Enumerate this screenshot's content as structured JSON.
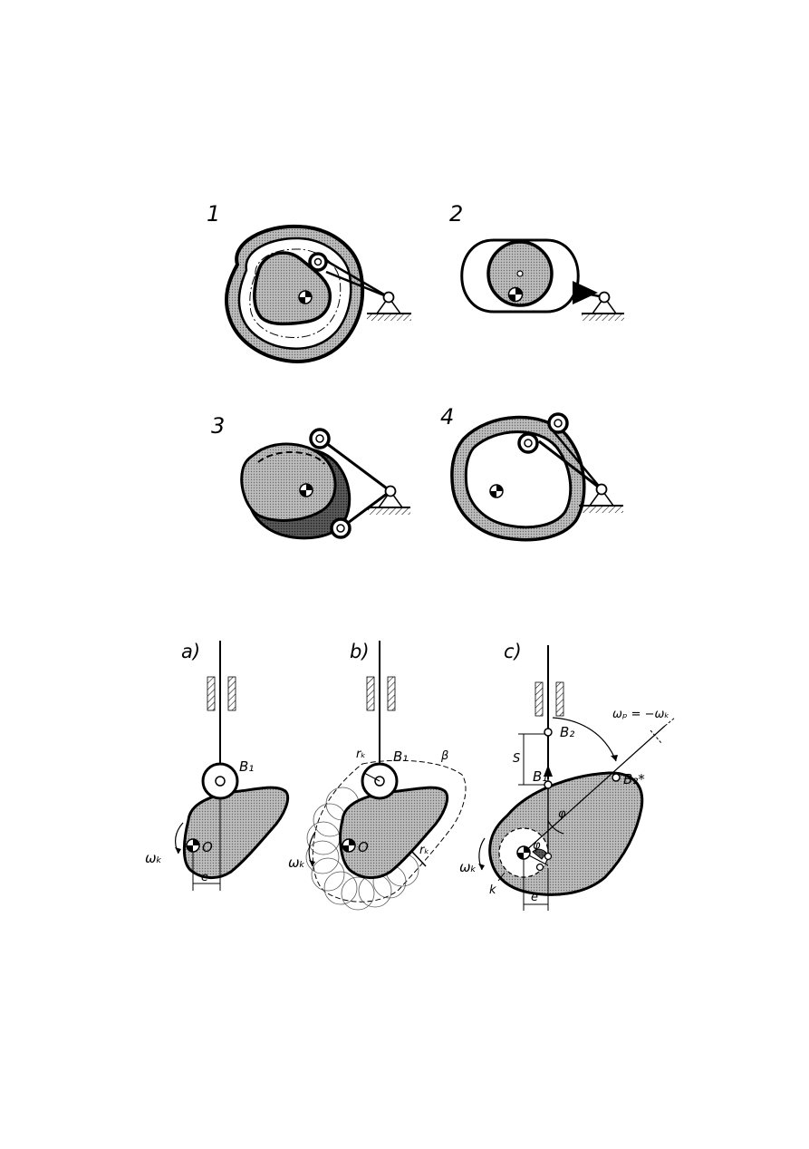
{
  "top": {
    "fig1": {
      "number": "1"
    },
    "fig2": {
      "number": "2"
    },
    "fig3": {
      "number": "3"
    },
    "fig4": {
      "number": "4"
    }
  },
  "bottom": {
    "a": {
      "label": "a)",
      "b1": "B₁",
      "o": "O",
      "omega": "ωₖ",
      "e": "e"
    },
    "b": {
      "label": "b)",
      "rk": "rₖ",
      "b1": "B₁",
      "beta": "β",
      "o": "O",
      "rk2": "rₖ",
      "omega": "ωₖ"
    },
    "c": {
      "label": "c)",
      "b2": "B₂",
      "omega_p": "ωₚ = −ωₖ",
      "s": "S",
      "b1": "B₁",
      "b2s": "B₂*",
      "phi1": "φ",
      "phi2": "φ",
      "omega": "ωₖ",
      "k": "k",
      "e": "e"
    }
  },
  "colors": {
    "ink": "#000000",
    "shade": "#b9b9b9",
    "dark": "#555555",
    "paper": "#ffffff"
  }
}
